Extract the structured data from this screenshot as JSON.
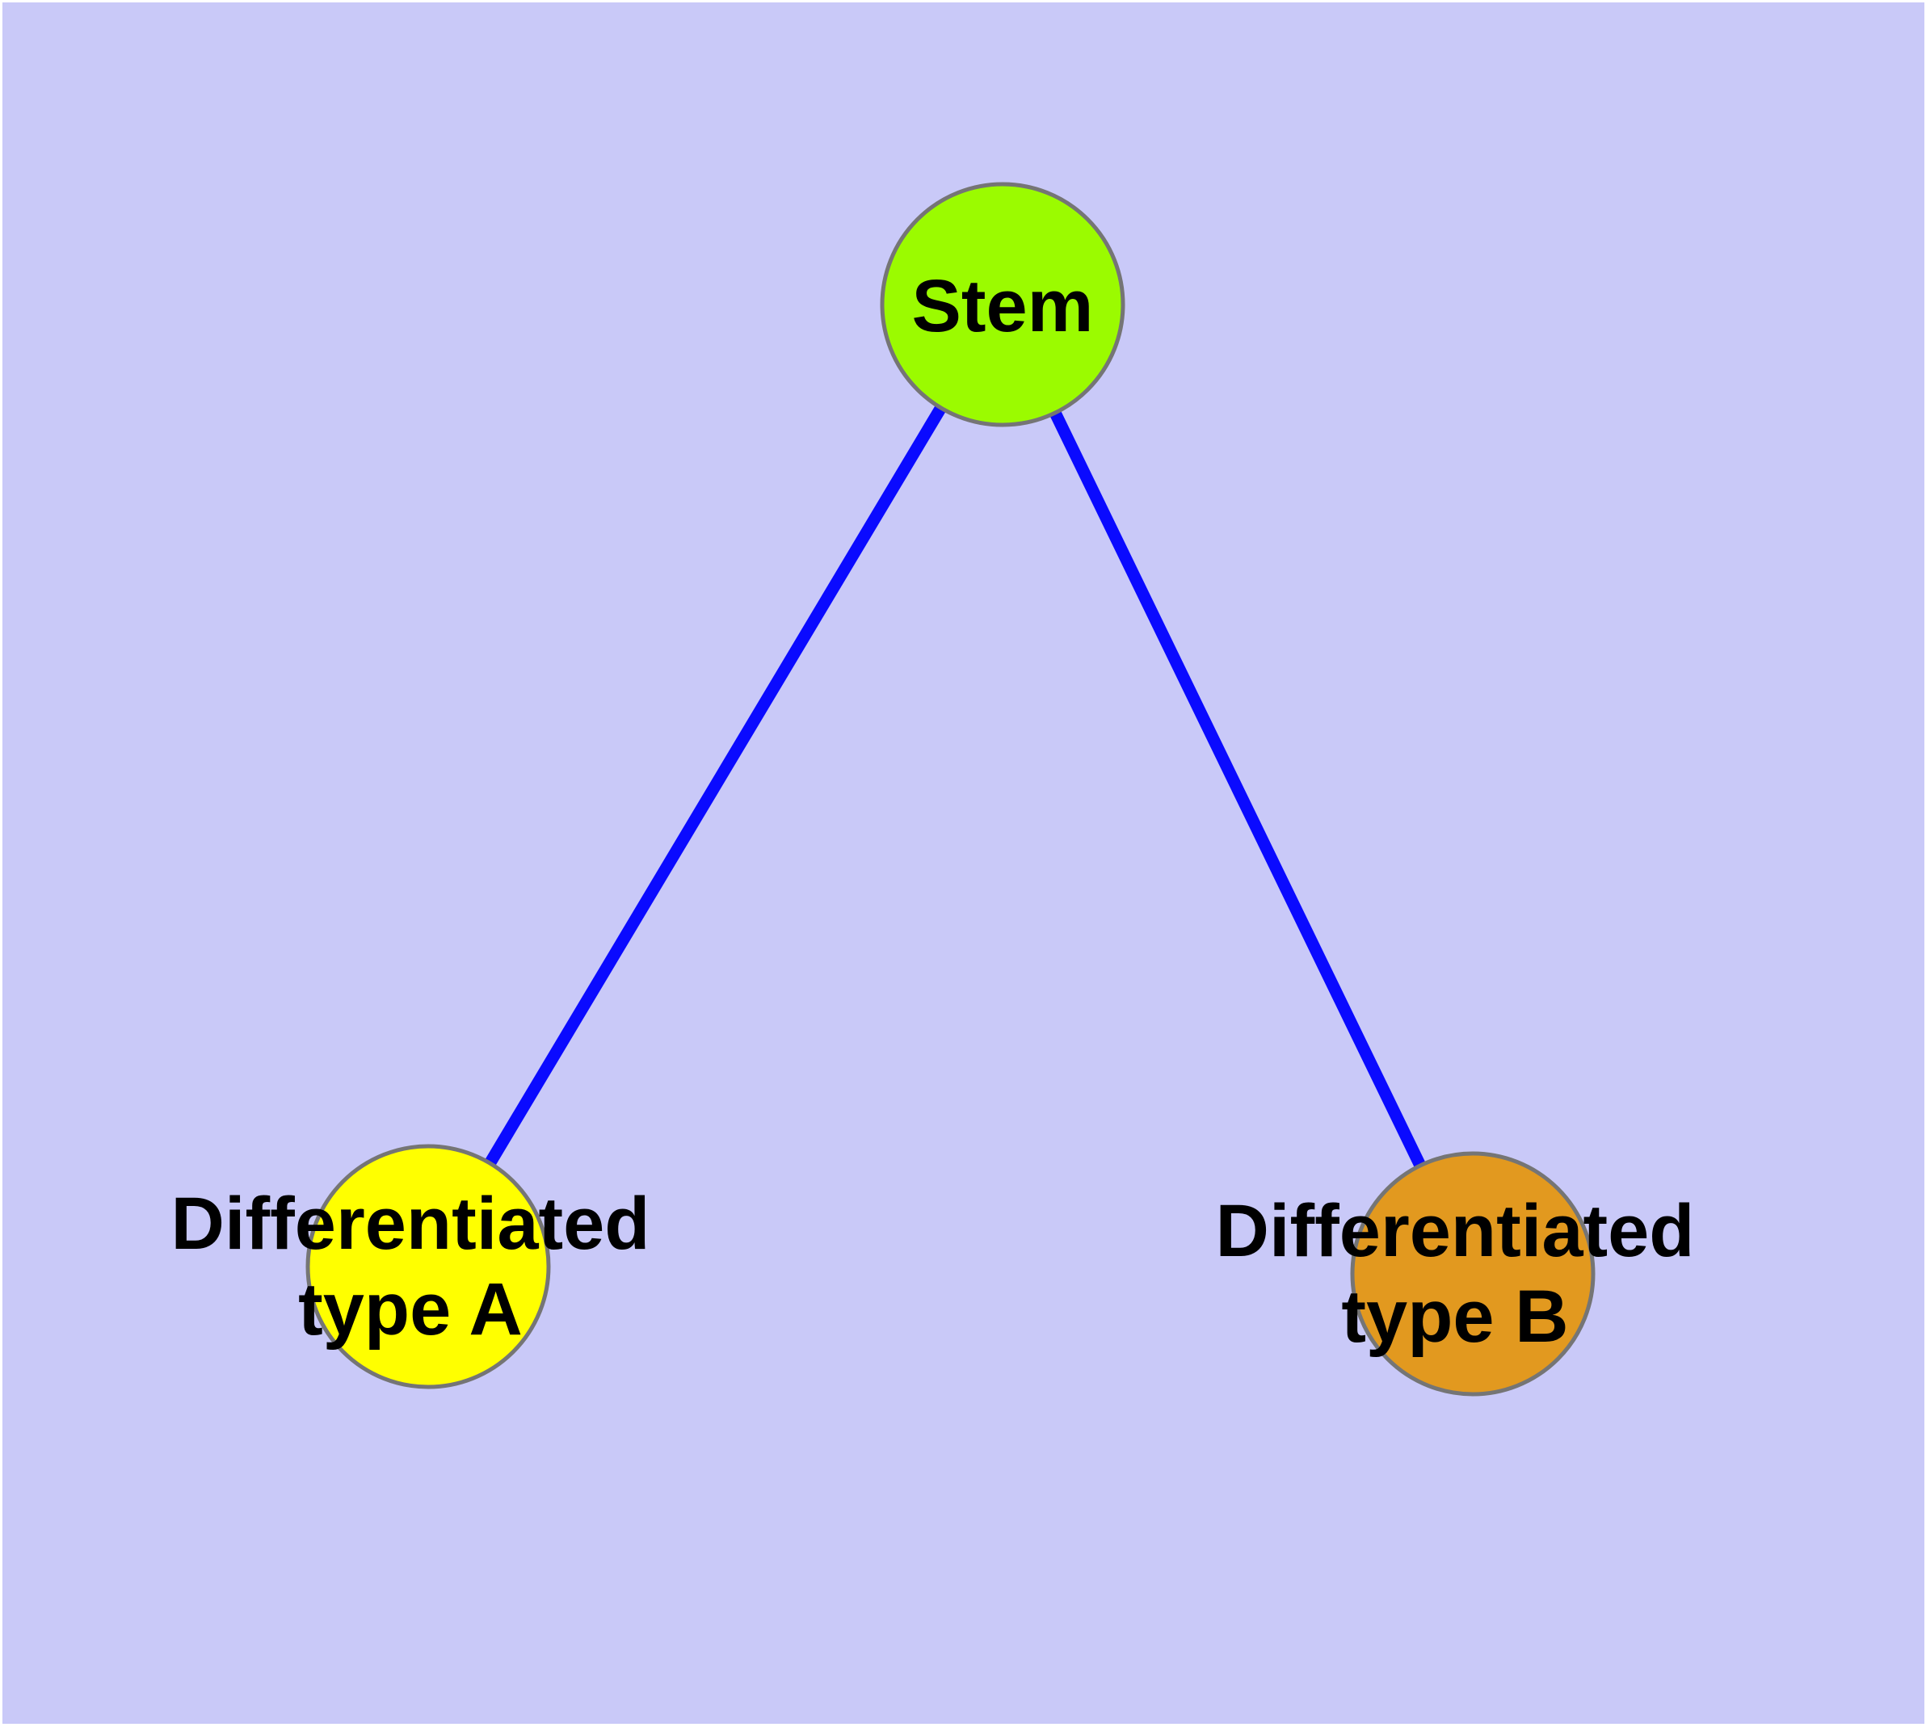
{
  "diagram": {
    "type": "node-link-graph",
    "background_color": "#C9C9F8",
    "frame_color": "#FFFFFF",
    "text_color": "#000000",
    "node_border_color": "#757575",
    "edge_color": "#0A0AFF",
    "nodes": {
      "stem": {
        "label": "Stem",
        "fill": "#9BFB00"
      },
      "type_a": {
        "label_line1": "Differentiated",
        "label_line2": "type A",
        "fill": "#FFFF00"
      },
      "type_b": {
        "label_line1": "Differentiated",
        "label_line2": "type B",
        "fill": "#E2991F"
      }
    },
    "edges": [
      {
        "from": "Stem",
        "to": "Differentiated type A"
      },
      {
        "from": "Stem",
        "to": "Differentiated type B"
      }
    ]
  }
}
